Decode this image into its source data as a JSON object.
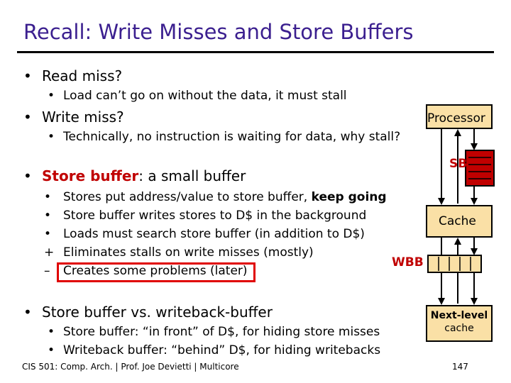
{
  "slide": {
    "title": "Recall: Write Misses and Store Buffers",
    "bullets": {
      "read_miss": "Read miss?",
      "read_miss_sub": "Load can’t go on without the data, it must stall",
      "write_miss": "Write miss?",
      "write_miss_sub": "Technically, no instruction is waiting for data, why stall?",
      "store_buffer_term": "Store buffer",
      "store_buffer_rest": ": a small buffer",
      "sb_items": [
        {
          "marker": "•",
          "text": "Stores put address/value to store buffer, ",
          "emphasis": "keep going"
        },
        {
          "marker": "•",
          "text": "Store buffer writes stores to D$ in the background"
        },
        {
          "marker": "•",
          "text": "Loads must search store buffer (in addition to D$)"
        },
        {
          "marker": "+",
          "text": "Eliminates stalls on write misses (mostly)"
        },
        {
          "marker": "–",
          "text": "Creates some problems (later)"
        }
      ],
      "vs": "Store buffer vs. writeback-buffer",
      "vs_items": [
        "Store buffer: “in front” of D$, for hiding store misses",
        "Writeback buffer: “behind” D$, for hiding writebacks"
      ]
    },
    "diagram": {
      "processor": "Processor",
      "sb": "SB",
      "cache": "Cache",
      "wbb": "WBB",
      "next_level": [
        "Next-level",
        "cache"
      ]
    },
    "footer": {
      "left": "CIS 501: Comp. Arch.  |  Prof. Joe Devietti  |  Multicore",
      "page": "147"
    },
    "colors": {
      "title": "#3b1f8f",
      "accent": "#c00000",
      "box_fill": "#fae0a6"
    }
  }
}
